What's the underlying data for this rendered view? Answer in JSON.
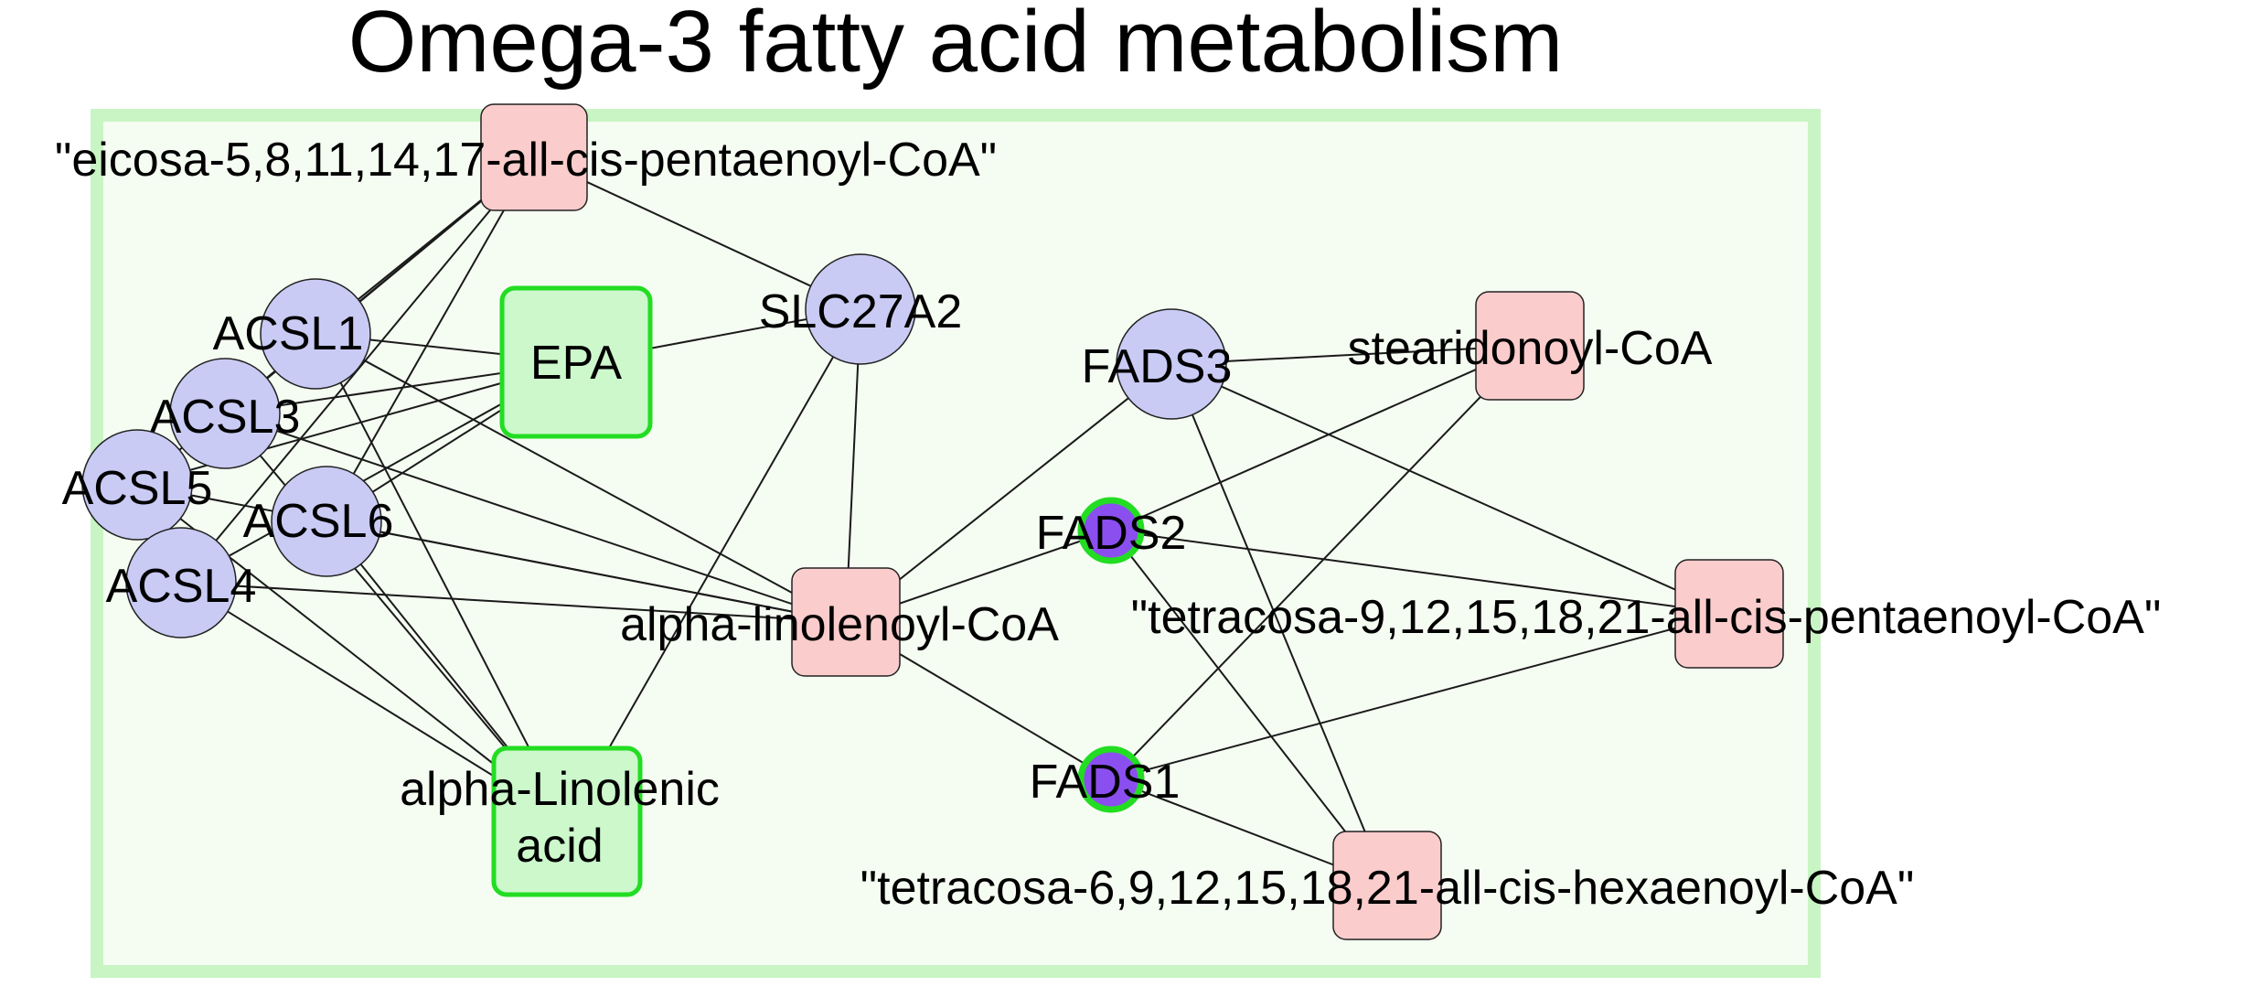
{
  "title": "Omega-3 fatty acid metabolism",
  "colors": {
    "group_fill": "#f5fcf2",
    "group_border": "#c8f5c3",
    "gene": "#c9cbf4",
    "gene_highlight": "#8b4ff0",
    "highlight_ring": "#22dd22",
    "metabolite": "#fbcccc",
    "input_metabolite": "#ccf8cc",
    "input_border": "#22dd22",
    "edge": "#1a1a1a"
  },
  "nodes": [
    {
      "id": "eicosa",
      "kind": "metabolite",
      "label_lines": [
        "\"eicosa-5,8,11,14,17-all-cis-pentaenoyl-CoA\""
      ]
    },
    {
      "id": "ACSL1",
      "kind": "gene",
      "label_lines": [
        "ACSL1"
      ]
    },
    {
      "id": "ACSL3",
      "kind": "gene",
      "label_lines": [
        "ACSL3"
      ]
    },
    {
      "id": "ACSL5",
      "kind": "gene",
      "label_lines": [
        "ACSL5"
      ]
    },
    {
      "id": "ACSL6",
      "kind": "gene",
      "label_lines": [
        "ACSL6"
      ]
    },
    {
      "id": "ACSL4",
      "kind": "gene",
      "label_lines": [
        "ACSL4"
      ]
    },
    {
      "id": "EPA",
      "kind": "input",
      "label_lines": [
        "EPA"
      ]
    },
    {
      "id": "SLC27A2",
      "kind": "gene",
      "label_lines": [
        "SLC27A2"
      ]
    },
    {
      "id": "FADS3",
      "kind": "gene",
      "label_lines": [
        "FADS3"
      ]
    },
    {
      "id": "stearidonoyl",
      "kind": "metabolite",
      "label_lines": [
        "stearidonoyl-CoA"
      ]
    },
    {
      "id": "FADS2",
      "kind": "gene_highlight",
      "label_lines": [
        "FADS2"
      ]
    },
    {
      "id": "alinCoA",
      "kind": "metabolite",
      "label_lines": [
        "alpha-linolenoyl-CoA"
      ]
    },
    {
      "id": "tetra5",
      "kind": "metabolite",
      "label_lines": [
        "\"tetracosa-9,12,15,18,21-all-cis-pentaenoyl-CoA\""
      ]
    },
    {
      "id": "FADS1",
      "kind": "gene_highlight",
      "label_lines": [
        "FADS1"
      ]
    },
    {
      "id": "alinAcid",
      "kind": "input",
      "label_lines": [
        "alpha-Linolenic",
        "acid"
      ]
    },
    {
      "id": "tetra6",
      "kind": "metabolite",
      "label_lines": [
        "\"tetracosa-6,9,12,15,18,21-all-cis-hexaenoyl-CoA\""
      ]
    }
  ],
  "edges": [
    [
      "eicosa",
      "ACSL1"
    ],
    [
      "eicosa",
      "ACSL3"
    ],
    [
      "eicosa",
      "ACSL5"
    ],
    [
      "eicosa",
      "ACSL6"
    ],
    [
      "eicosa",
      "ACSL4"
    ],
    [
      "eicosa",
      "SLC27A2"
    ],
    [
      "EPA",
      "ACSL1"
    ],
    [
      "EPA",
      "ACSL3"
    ],
    [
      "EPA",
      "ACSL5"
    ],
    [
      "EPA",
      "ACSL6"
    ],
    [
      "EPA",
      "ACSL4"
    ],
    [
      "EPA",
      "SLC27A2"
    ],
    [
      "alinCoA",
      "ACSL1"
    ],
    [
      "alinCoA",
      "ACSL3"
    ],
    [
      "alinCoA",
      "ACSL5"
    ],
    [
      "alinCoA",
      "ACSL6"
    ],
    [
      "alinCoA",
      "ACSL4"
    ],
    [
      "alinCoA",
      "SLC27A2"
    ],
    [
      "alinAcid",
      "ACSL1"
    ],
    [
      "alinAcid",
      "ACSL3"
    ],
    [
      "alinAcid",
      "ACSL5"
    ],
    [
      "alinAcid",
      "ACSL6"
    ],
    [
      "alinAcid",
      "ACSL4"
    ],
    [
      "alinAcid",
      "SLC27A2"
    ],
    [
      "FADS3",
      "stearidonoyl"
    ],
    [
      "FADS3",
      "alinCoA"
    ],
    [
      "FADS3",
      "tetra5"
    ],
    [
      "FADS3",
      "tetra6"
    ],
    [
      "FADS2",
      "stearidonoyl"
    ],
    [
      "FADS2",
      "alinCoA"
    ],
    [
      "FADS2",
      "tetra5"
    ],
    [
      "FADS2",
      "tetra6"
    ],
    [
      "FADS1",
      "stearidonoyl"
    ],
    [
      "FADS1",
      "alinCoA"
    ],
    [
      "FADS1",
      "tetra5"
    ],
    [
      "FADS1",
      "tetra6"
    ]
  ]
}
